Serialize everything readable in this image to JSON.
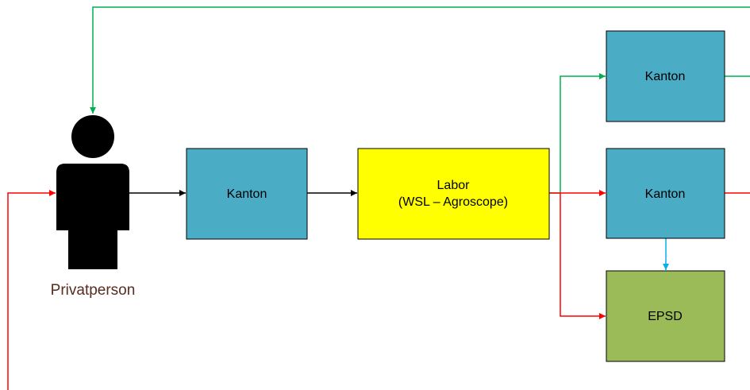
{
  "nodes": {
    "person": {
      "label": "Privatperson",
      "icon": "person-icon"
    },
    "kanton_first": {
      "label": "Kanton",
      "color": "#4bacc6"
    },
    "labor": {
      "line1": "Labor",
      "line2": "(WSL – Agroscope)",
      "color": "#ffff00"
    },
    "kanton_top": {
      "label": "Kanton",
      "color": "#4bacc6"
    },
    "kanton_mid": {
      "label": "Kanton",
      "color": "#4bacc6"
    },
    "epsd": {
      "label": "EPSD",
      "color": "#9bbb59"
    }
  },
  "colors": {
    "green_arrow": "#00b050",
    "red_arrow": "#ff0000",
    "blue_arrow": "#00b0f0",
    "black_arrow": "#000000",
    "person_label": "#5a2b1e"
  }
}
